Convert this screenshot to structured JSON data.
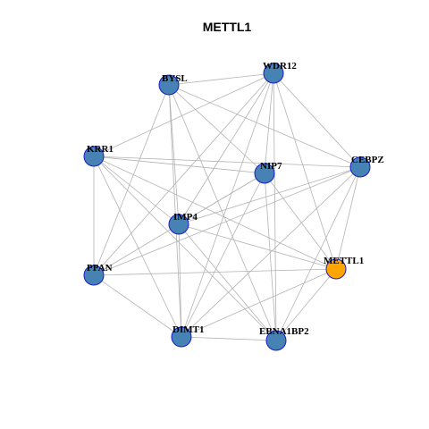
{
  "title": "METTL1",
  "colors": {
    "node_default": "#4682b4",
    "node_highlight": "#ffa500",
    "node_border": "#1a1acc",
    "edge": "#b3b3b3"
  },
  "nodes": [
    {
      "id": "BYSL",
      "label": "BYSL",
      "highlight": false
    },
    {
      "id": "WDR12",
      "label": "WDR12",
      "highlight": false
    },
    {
      "id": "KRR1",
      "label": "KRR1",
      "highlight": false
    },
    {
      "id": "NIP7",
      "label": "NIP7",
      "highlight": false
    },
    {
      "id": "CEBPZ",
      "label": "CEBPZ",
      "highlight": false
    },
    {
      "id": "IMP4",
      "label": "IMP4",
      "highlight": false
    },
    {
      "id": "METTL1",
      "label": "METTL1",
      "highlight": true
    },
    {
      "id": "PPAN",
      "label": "PPAN",
      "highlight": false
    },
    {
      "id": "DIMT1",
      "label": "DIMT1",
      "highlight": false
    },
    {
      "id": "EBNA1BP2",
      "label": "EBNA1BP2",
      "highlight": false
    }
  ],
  "edges": [
    [
      "BYSL",
      "WDR12"
    ],
    [
      "BYSL",
      "IMP4"
    ],
    [
      "BYSL",
      "DIMT1"
    ],
    [
      "BYSL",
      "PPAN"
    ],
    [
      "BYSL",
      "NIP7"
    ],
    [
      "BYSL",
      "CEBPZ"
    ],
    [
      "BYSL",
      "EBNA1BP2"
    ],
    [
      "WDR12",
      "KRR1"
    ],
    [
      "WDR12",
      "NIP7"
    ],
    [
      "WDR12",
      "CEBPZ"
    ],
    [
      "WDR12",
      "IMP4"
    ],
    [
      "WDR12",
      "DIMT1"
    ],
    [
      "WDR12",
      "METTL1"
    ],
    [
      "WDR12",
      "EBNA1BP2"
    ],
    [
      "WDR12",
      "PPAN"
    ],
    [
      "KRR1",
      "PPAN"
    ],
    [
      "KRR1",
      "NIP7"
    ],
    [
      "KRR1",
      "CEBPZ"
    ],
    [
      "KRR1",
      "IMP4"
    ],
    [
      "KRR1",
      "DIMT1"
    ],
    [
      "KRR1",
      "EBNA1BP2"
    ],
    [
      "KRR1",
      "METTL1"
    ],
    [
      "NIP7",
      "IMP4"
    ],
    [
      "NIP7",
      "METTL1"
    ],
    [
      "NIP7",
      "DIMT1"
    ],
    [
      "NIP7",
      "EBNA1BP2"
    ],
    [
      "NIP7",
      "PPAN"
    ],
    [
      "CEBPZ",
      "IMP4"
    ],
    [
      "CEBPZ",
      "PPAN"
    ],
    [
      "CEBPZ",
      "DIMT1"
    ],
    [
      "CEBPZ",
      "EBNA1BP2"
    ],
    [
      "CEBPZ",
      "METTL1"
    ],
    [
      "IMP4",
      "DIMT1"
    ],
    [
      "IMP4",
      "EBNA1BP2"
    ],
    [
      "IMP4",
      "METTL1"
    ],
    [
      "PPAN",
      "METTL1"
    ],
    [
      "PPAN",
      "DIMT1"
    ],
    [
      "DIMT1",
      "METTL1"
    ],
    [
      "EBNA1BP2",
      "METTL1"
    ],
    [
      "DIMT1",
      "EBNA1BP2"
    ]
  ]
}
